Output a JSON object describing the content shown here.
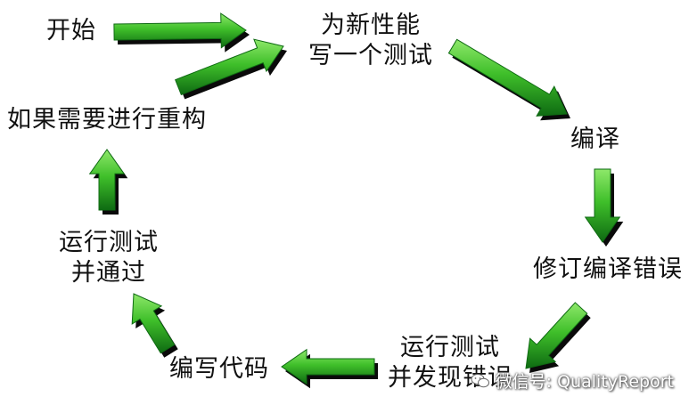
{
  "nodes": {
    "start": "开始",
    "write_test_line1": "为新性能",
    "write_test_line2": "写一个测试",
    "compile": "编译",
    "fix_compile_errors": "修订编译错误",
    "run_fail_line1": "运行测试",
    "run_fail_line2": "并发现错误",
    "write_code": "编写代码",
    "run_pass_line1": "运行测试",
    "run_pass_line2": "并通过",
    "refactor": "如果需要进行重构"
  },
  "watermark": {
    "text": "微信号: QualityReport",
    "icon": "wechat-icon"
  },
  "colors": {
    "arrow_light": "#5fd43a",
    "arrow_dark": "#0e6a12",
    "arrow_shadow": "#0a0a0a",
    "text": "#111111",
    "background": "#ffffff"
  }
}
